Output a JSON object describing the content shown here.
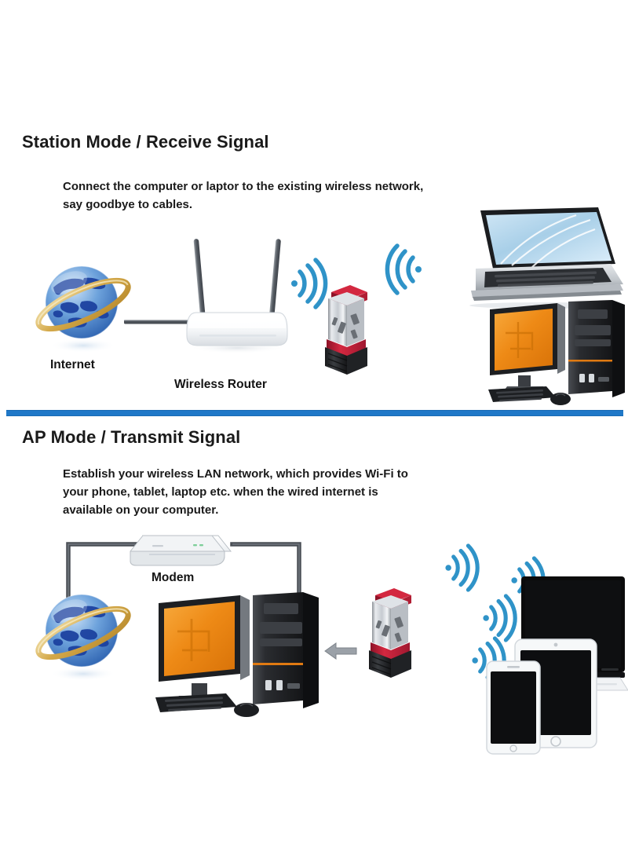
{
  "page": {
    "background": "#ffffff",
    "accent_blue": "#1f78c8",
    "wifi_color": "#2f93c8",
    "screen_orange": "#f08a1e",
    "adapter_red": "#c8203c"
  },
  "sections": [
    {
      "id": "station-mode",
      "heading": "Station Mode / Receive Signal",
      "body_lines": [
        "Connect the computer or laptor to the existing wireless network,",
        "say goodbye to cables."
      ],
      "labels": {
        "internet": "Internet",
        "router": "Wireless Router"
      },
      "icons": [
        "globe-internet-icon",
        "wireless-router-icon",
        "usb-wifi-adapter-icon",
        "wifi-signal-icon",
        "laptop-icon",
        "desktop-computer-icon"
      ]
    },
    {
      "id": "ap-mode",
      "heading": "AP Mode / Transmit Signal",
      "body_lines": [
        "Establish your wireless LAN network, which provides Wi-Fi to",
        "your phone, tablet, laptop etc. when the wired internet is",
        "available on your computer."
      ],
      "labels": {
        "modem": "Modem"
      },
      "icons": [
        "modem-icon",
        "globe-internet-icon",
        "desktop-computer-icon",
        "arrow-left-icon",
        "usb-wifi-adapter-icon",
        "wifi-signal-icon",
        "monitor-icon",
        "tablet-icon",
        "smartphone-icon"
      ]
    }
  ]
}
